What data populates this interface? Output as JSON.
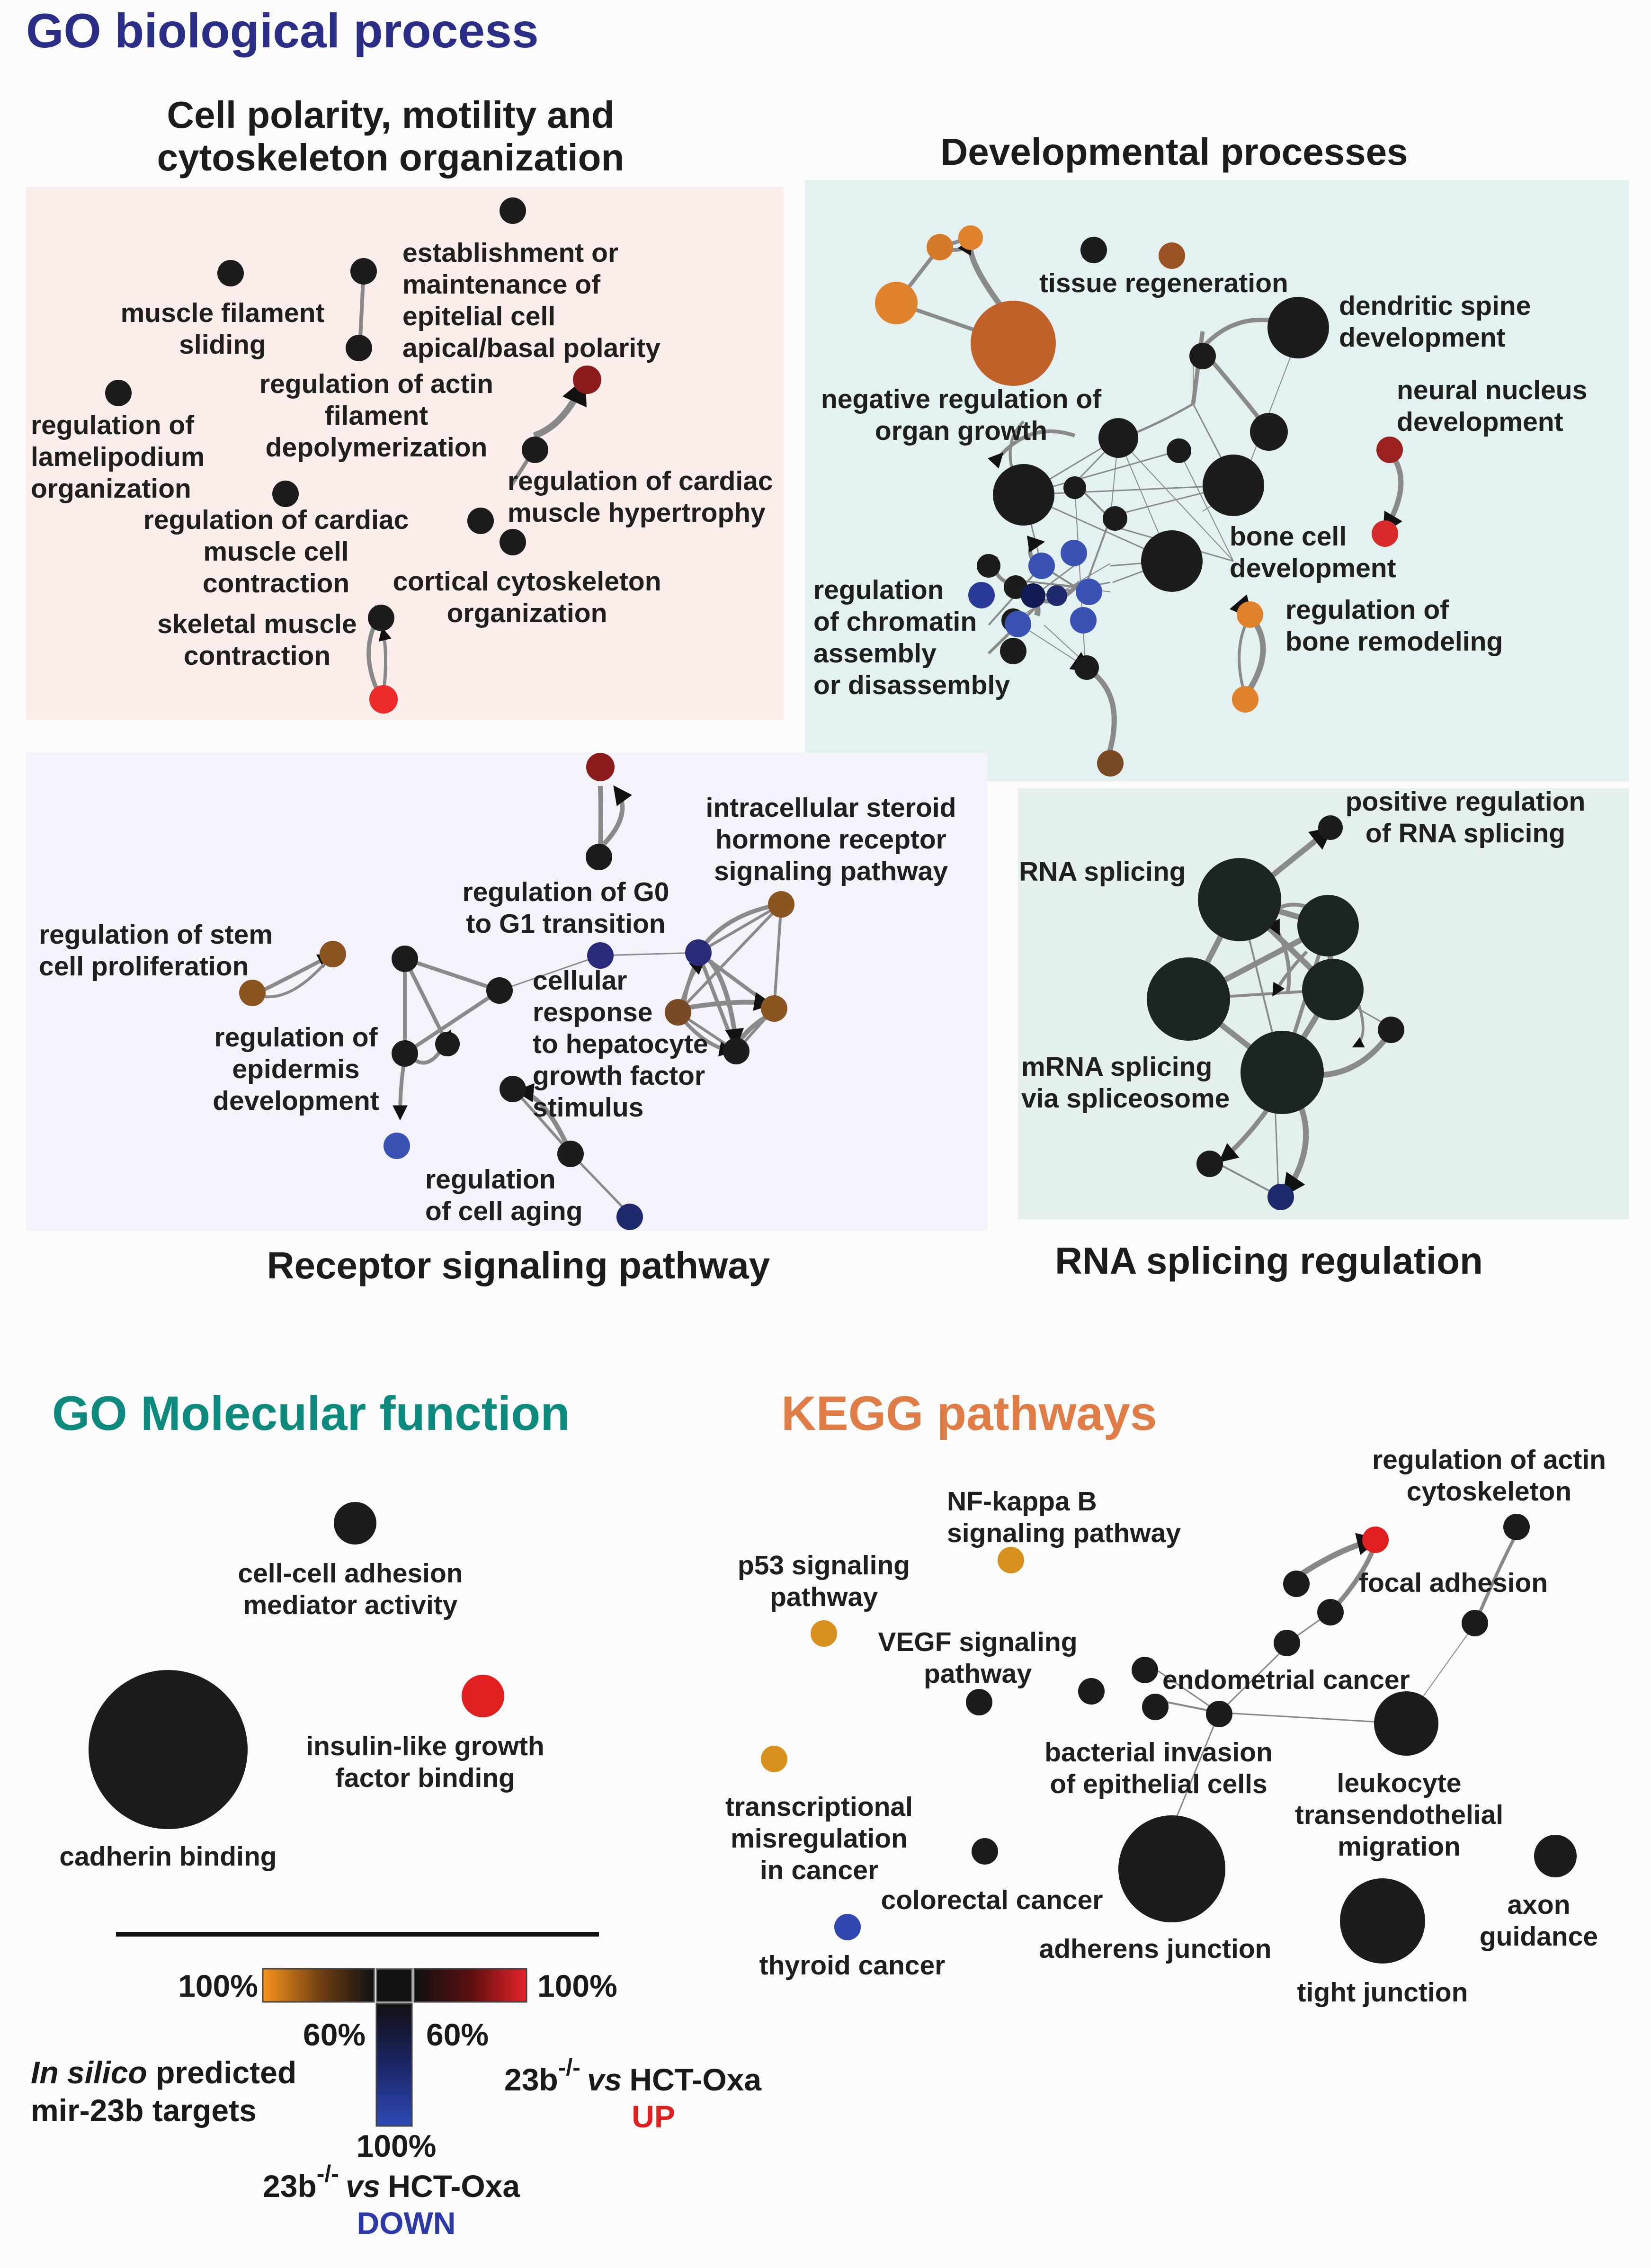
{
  "title": "GO biological process",
  "sections": {
    "cell_polarity": {
      "title": [
        "Cell polarity, motility and",
        "cytoskeleton organization"
      ],
      "labels": {
        "establishment": [
          "establishment or",
          "maintenance of",
          "epitelial cell",
          "apical/basal polarity"
        ],
        "muscle_filament": [
          "muscle filament",
          "sliding"
        ],
        "actin_depoly": [
          "regulation of actin",
          "filament",
          "depolymerization"
        ],
        "lamellipodium": [
          "regulation of",
          "lamelipodium",
          "organization"
        ],
        "cardiac_hypertrophy": [
          "regulation of cardiac",
          "muscle hypertrophy"
        ],
        "cardiac_contraction": [
          "regulation of cardiac",
          "muscle cell",
          "contraction"
        ],
        "cortical": [
          "cortical cytoskeleton",
          "organization"
        ],
        "skeletal": [
          "skeletal muscle",
          "contraction"
        ]
      }
    },
    "developmental": {
      "title": "Developmental processes",
      "labels": {
        "tissue_regeneration": [
          "tissue regeneration"
        ],
        "dendritic": [
          "dendritic spine",
          "development"
        ],
        "neg_organ_growth": [
          "negative regulation of",
          "organ growth"
        ],
        "neural_nucleus": [
          "neural nucleus",
          "development"
        ],
        "bone_cell": [
          "bone cell",
          "development"
        ],
        "bone_remodeling": [
          "regulation of",
          "bone remodeling"
        ],
        "chromatin": [
          "regulation",
          "of chromatin",
          "assembly",
          "or disassembly"
        ]
      }
    },
    "receptor": {
      "title": "Receptor signaling pathway",
      "labels": {
        "steroid": [
          "intracellular steroid",
          "hormone receptor",
          "signaling pathway"
        ],
        "g0_g1": [
          "regulation of G0",
          "to G1 transition"
        ],
        "stem_cell": [
          "regulation of stem",
          "cell proliferation"
        ],
        "hepatocyte": [
          "cellular",
          "response",
          "to hepatocyte",
          "growth factor",
          "stimulus"
        ],
        "epidermis": [
          "regulation of",
          "epidermis",
          "development"
        ],
        "cell_aging": [
          "regulation",
          "of cell aging"
        ]
      }
    },
    "rna_splicing": {
      "title": "RNA splicing regulation",
      "labels": {
        "pos_rna": [
          "positive regulation",
          "of RNA splicing"
        ],
        "rna": [
          "RNA splicing"
        ],
        "mrna": [
          "mRNA splicing",
          "via spliceosome"
        ]
      }
    },
    "go_mf": {
      "title": "GO Molecular function",
      "labels": {
        "cell_adhesion": [
          "cell-cell adhesion",
          "mediator activity"
        ],
        "insulin": [
          "insulin-like growth",
          "factor binding"
        ],
        "cadherin": [
          "cadherin binding"
        ]
      }
    },
    "kegg": {
      "title": "KEGG pathways",
      "labels": {
        "actin_cyto": [
          "regulation of actin",
          "cytoskeleton"
        ],
        "nfkb": [
          "NF-kappa B",
          "signaling pathway"
        ],
        "p53": [
          "p53 signaling",
          "pathway"
        ],
        "focal": [
          "focal adhesion"
        ],
        "vegf": [
          "VEGF signaling",
          "pathway"
        ],
        "endometrial": [
          "endometrial cancer"
        ],
        "bacterial": [
          "bacterial invasion",
          "of epithelial cells"
        ],
        "leukocyte": [
          "leukocyte",
          "transendothelial",
          "migration"
        ],
        "transcriptional": [
          "transcriptional",
          "misregulation",
          "in cancer"
        ],
        "colorectal": [
          "colorectal cancer"
        ],
        "adherens": [
          "adherens junction"
        ],
        "axon": [
          "axon",
          "guidance"
        ],
        "thyroid": [
          "thyroid cancer"
        ],
        "tight": [
          "tight junction"
        ]
      }
    }
  },
  "legend": {
    "pct_100": "100%",
    "pct_60": "60%",
    "in_silico": "In silico",
    "predicted": " predicted",
    "targets": "mir-23b targets",
    "comp_prefix": "23b",
    "comp_sup": "-/-",
    "comp_vs": "vs",
    "comp_suffix": "HCT-Oxa",
    "up": "UP",
    "down": "DOWN"
  },
  "colors": {
    "title_blue": "#2b2e87",
    "mf_teal": "#0b8a7d",
    "kegg_orange": "#e07c45",
    "node_black": "#1c1c1c",
    "orange": "#e0812c",
    "brown": "#7a4a25",
    "dark_red": "#8b1a1a",
    "red": "#e02020",
    "blue": "#3a52b4",
    "navy": "#1f2a6d",
    "panel_pink": "#fbede9",
    "panel_teal": "#e3f1f1",
    "panel_lavender": "#f4f3fb",
    "panel_green": "#e4f1ea"
  }
}
